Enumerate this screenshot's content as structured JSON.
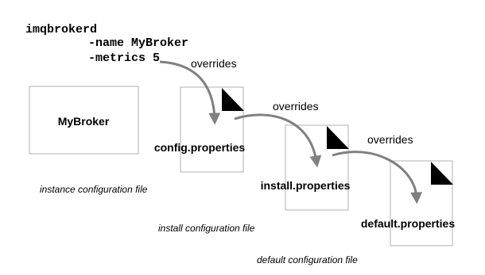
{
  "command": {
    "line1": "imqbrokerd",
    "line2": "-name MyBroker",
    "line3": "-metrics 5"
  },
  "broker_box": {
    "label": "MyBroker"
  },
  "files": [
    {
      "name": "config.properties",
      "caption": "instance configuration file"
    },
    {
      "name": "install.properties",
      "caption": "install configuration file"
    },
    {
      "name": "default.properties",
      "caption": "default configuration file"
    }
  ],
  "overrides": [
    "overrides",
    "overrides",
    "overrides"
  ],
  "colors": {
    "arrow": "#808080",
    "box_border": "#b0b0b0",
    "corner": "#000000"
  }
}
